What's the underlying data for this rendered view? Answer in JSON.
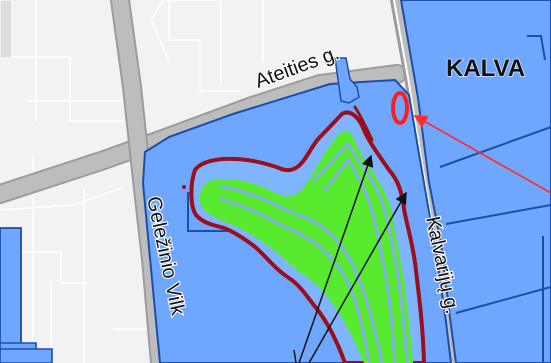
{
  "map": {
    "labels": {
      "ateities": "Ateities g.",
      "district": "KALVA",
      "gelezinio": "Geležinio Vilk",
      "kalvariju": "Kalvarijų g."
    },
    "colors": {
      "background": "#f2f2f2",
      "parcel_fill": "#6fa7ff",
      "parcel_border": "#1c4ea8",
      "road_fill": "#bdbdbd",
      "road_edge": "#9c9c9c",
      "green_zone": "#58ea2f",
      "water_line": "#86aef2",
      "dark_red_outline": "#9a0f1b",
      "marker_red": "#ff1f1f",
      "pointer_red": "#ff2d2d",
      "pointer_black": "#111111"
    },
    "annotation": {
      "marker_shape": "red-ellipse",
      "pointer_style": "arrow-lines"
    }
  }
}
